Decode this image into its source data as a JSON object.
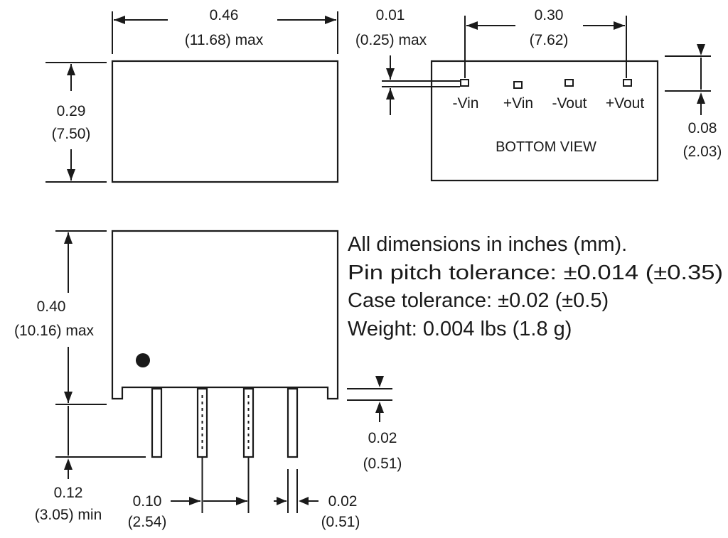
{
  "top_view": {
    "width": {
      "value": "0.46",
      "sub": "(11.68) max"
    },
    "height": {
      "value": "0.29",
      "sub": "(7.50)"
    }
  },
  "bottom_view": {
    "pin_height": {
      "value": "0.01",
      "sub": "(0.25) max"
    },
    "pin_span": {
      "value": "0.30",
      "sub": "(7.62)"
    },
    "edge_offset": {
      "value": "0.08",
      "sub": "(2.03)"
    },
    "pins": [
      "-Vin",
      "+Vin",
      "-Vout",
      "+Vout"
    ],
    "label": "BOTTOM VIEW"
  },
  "side_view": {
    "height": {
      "value": "0.40",
      "sub": "(10.16) max"
    },
    "pin_length": {
      "value": "0.12",
      "sub": "(3.05) min"
    },
    "standoff": {
      "value": "0.02",
      "sub": "(0.51)"
    },
    "pin_pitch": {
      "value": "0.10",
      "sub": "(2.54)"
    },
    "pin_width": {
      "value": "0.02",
      "sub": "(0.51)"
    }
  },
  "notes": [
    "All dimensions in inches (mm).",
    "Pin pitch tolerance: ±0.014 (±0.35)",
    "Case tolerance: ±0.02 (±0.5)",
    "Weight: 0.004 lbs (1.8 g)"
  ]
}
